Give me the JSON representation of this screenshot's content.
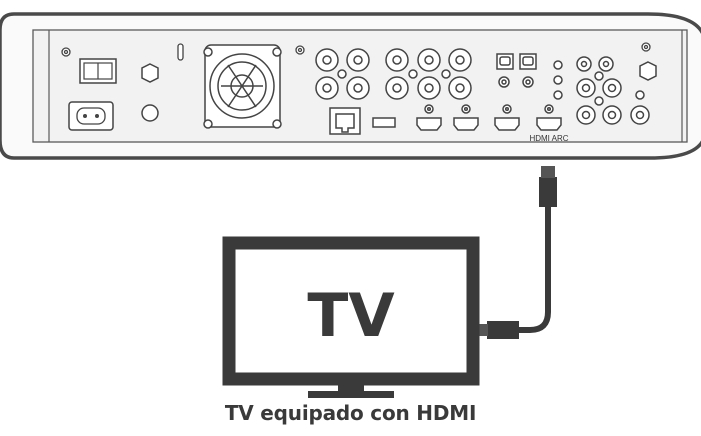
{
  "receiver": {
    "hdmi_arc_label": "HDMI ARC"
  },
  "tv": {
    "screen_text": "TV",
    "caption": "TV equipado con HDMI"
  },
  "colors": {
    "outline": "#4a4a4a",
    "panel_fill": "#f2f2f2",
    "cable": "#3a3a3a",
    "caption": "#3a3a3a"
  }
}
